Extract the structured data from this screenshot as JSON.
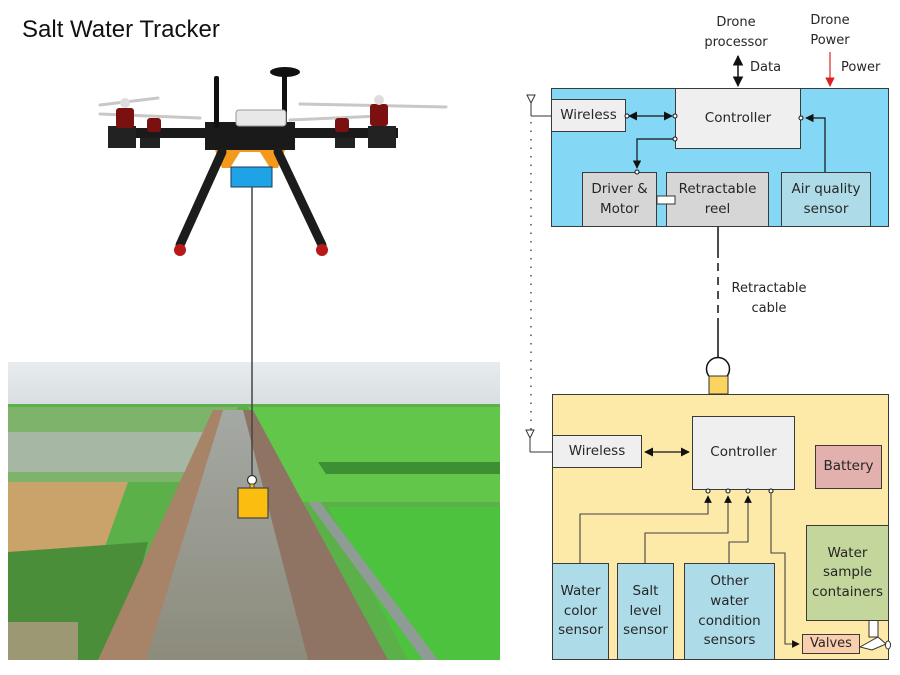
{
  "title": "Salt Water Tracker",
  "colors": {
    "drone_module": "#85d8f5",
    "water_module": "#fde9a8",
    "controller": "#efefef",
    "wireless": "#efefef",
    "grey_block": "#d6d6d6",
    "sensor": "#aedbe8",
    "battery": "#e2b1ae",
    "sample": "#c3d69b",
    "valves": "#f9cfae",
    "power_arrow": "#e02020",
    "probe": "#fbbd10",
    "payload": "#1ea4e6"
  },
  "drone_module": {
    "external": {
      "drone_processor": "Drone processor",
      "data": "Data",
      "drone_power": "Drone Power",
      "power": "Power"
    },
    "wireless": "Wireless",
    "controller": "Controller",
    "driver_motor": "Driver & Motor",
    "retractable_reel": "Retractable reel",
    "air_quality_sensor": "Air quality sensor"
  },
  "cable": {
    "label": "Retractable cable"
  },
  "water_module": {
    "wireless": "Wireless",
    "controller": "Controller",
    "battery": "Battery",
    "water_color_sensor": "Water color sensor",
    "salt_level_sensor": "Salt level sensor",
    "other_sensors": "Other water condition sensors",
    "water_sample_containers": "Water sample containers",
    "valves": "Valves"
  },
  "illustration": {
    "drone": "quadcopter-drone",
    "scene": "aerial-river-canal-with-rice-fields"
  }
}
